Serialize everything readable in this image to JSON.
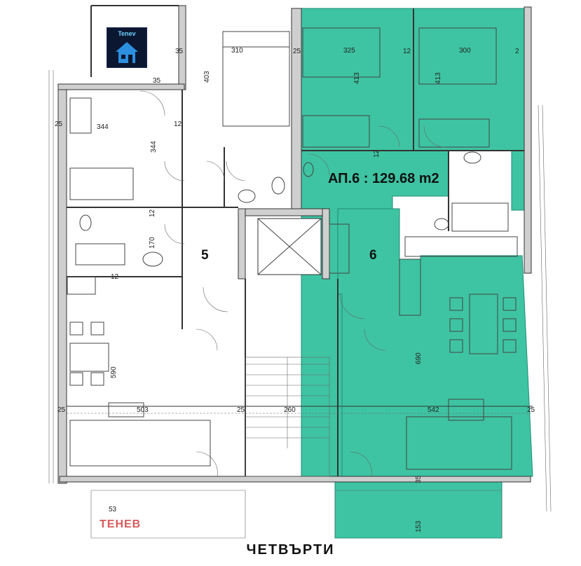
{
  "apartment": {
    "label": "АП.6 :",
    "area": "129.68 m2",
    "highlight_color": "#3ec4a3"
  },
  "unit_numbers": {
    "left": "5",
    "right": "6"
  },
  "logo": {
    "text": "Tenev",
    "icon": "house-icon"
  },
  "brand_mark": "ТЕНЕВ",
  "floor_label": "ЧЕТВЪРТИ",
  "dimensions": {
    "d325": "325",
    "d300": "300",
    "d310": "310",
    "d413a": "413",
    "d413b": "413",
    "d403": "403",
    "d344a": "344",
    "d344b": "344",
    "d35a": "35",
    "d35b": "35",
    "d25a": "25",
    "d25b": "25",
    "d25c": "25",
    "d25d": "25",
    "d25e": "25",
    "d12a": "12",
    "d12b": "12",
    "d12c": "12",
    "d12d": "12",
    "d12e": "12",
    "d170": "170",
    "d690": "690",
    "d590": "590",
    "d503": "503",
    "d260": "260",
    "d542": "542",
    "d153a": "153",
    "d53": "53",
    "d2": "2",
    "d35c": "35"
  }
}
